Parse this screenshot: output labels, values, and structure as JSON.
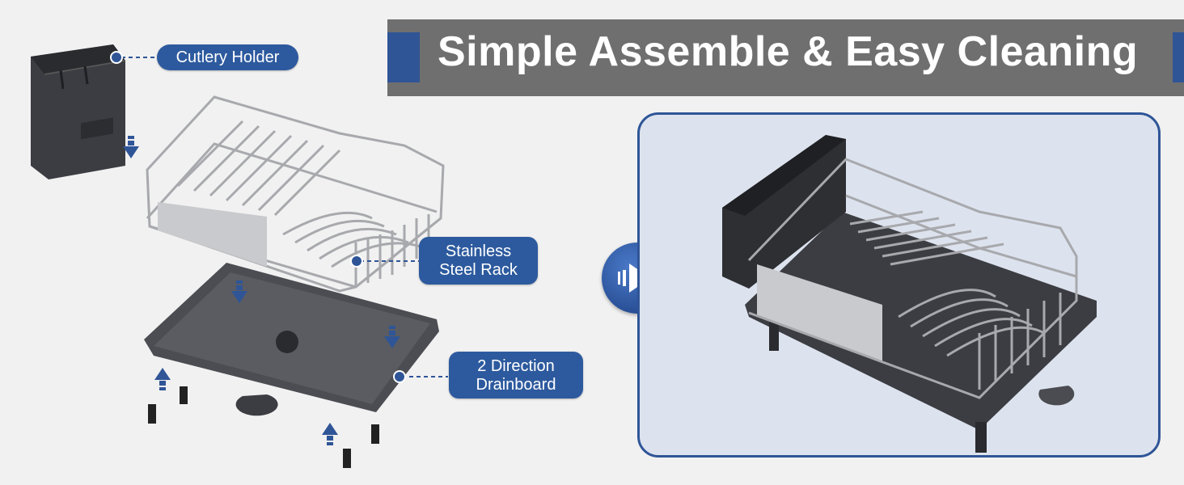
{
  "banner": {
    "title": "Simple Assemble & Easy Cleaning"
  },
  "labels": {
    "cutlery_holder": "Cutlery Holder",
    "steel_rack_line1": "Stainless",
    "steel_rack_line2": "Steel Rack",
    "drainboard_line1": "2 Direction",
    "drainboard_line2": "Drainboard"
  },
  "colors": {
    "accent": "#2f5597",
    "banner": "#6f6f6f",
    "panel": "#dde3ee"
  },
  "icons": [
    "down-arrow-icon",
    "up-arrow-icon",
    "play-arrow-icon"
  ]
}
